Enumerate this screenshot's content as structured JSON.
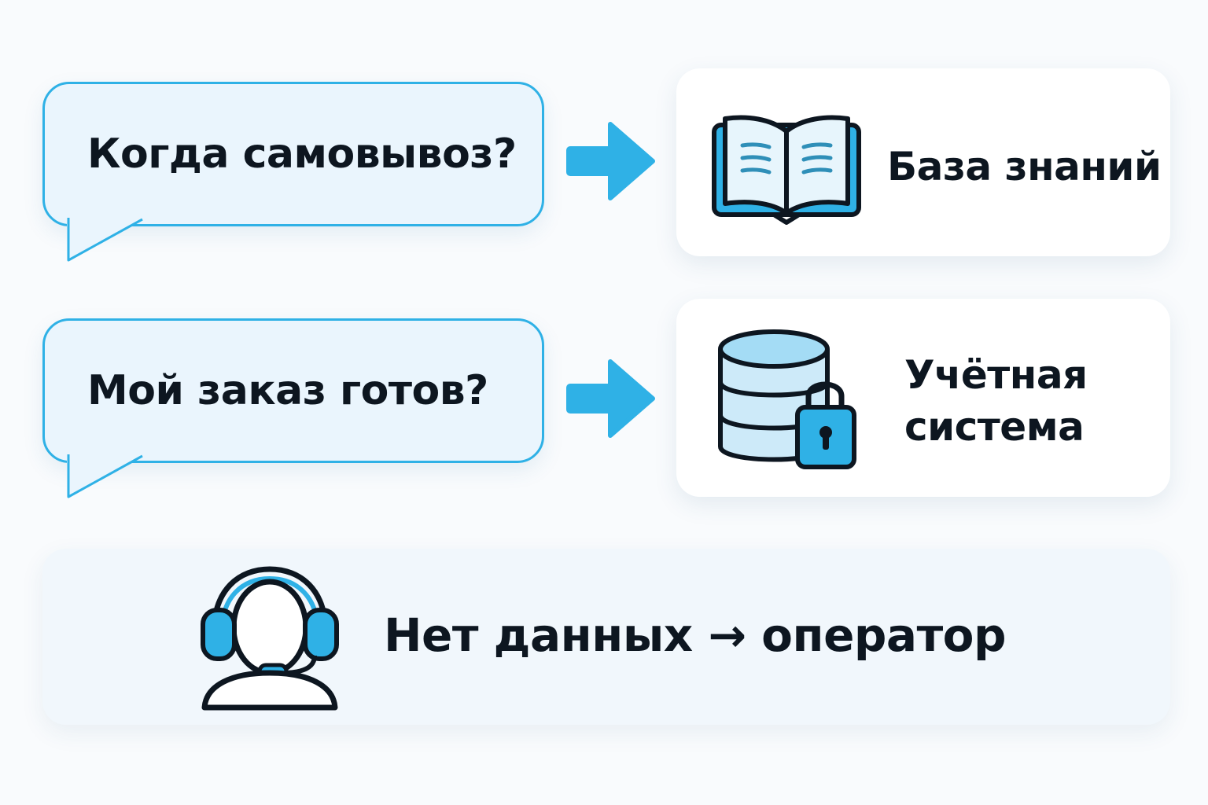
{
  "colors": {
    "accent": "#2fb1e6",
    "accent_light": "#a4dcf5",
    "bubble_fill": "#eaf5fd",
    "text": "#0d1620"
  },
  "rows": [
    {
      "question": "Когда самовывоз?",
      "source_icon": "book-icon",
      "source_label": "База знаний"
    },
    {
      "question": "Мой заказ готов?",
      "source_icon": "database-lock-icon",
      "source_label_line1": "Учётная",
      "source_label_line2": "система"
    }
  ],
  "fallback": {
    "icon": "operator-headset-icon",
    "label": "Нет данных → оператор"
  }
}
